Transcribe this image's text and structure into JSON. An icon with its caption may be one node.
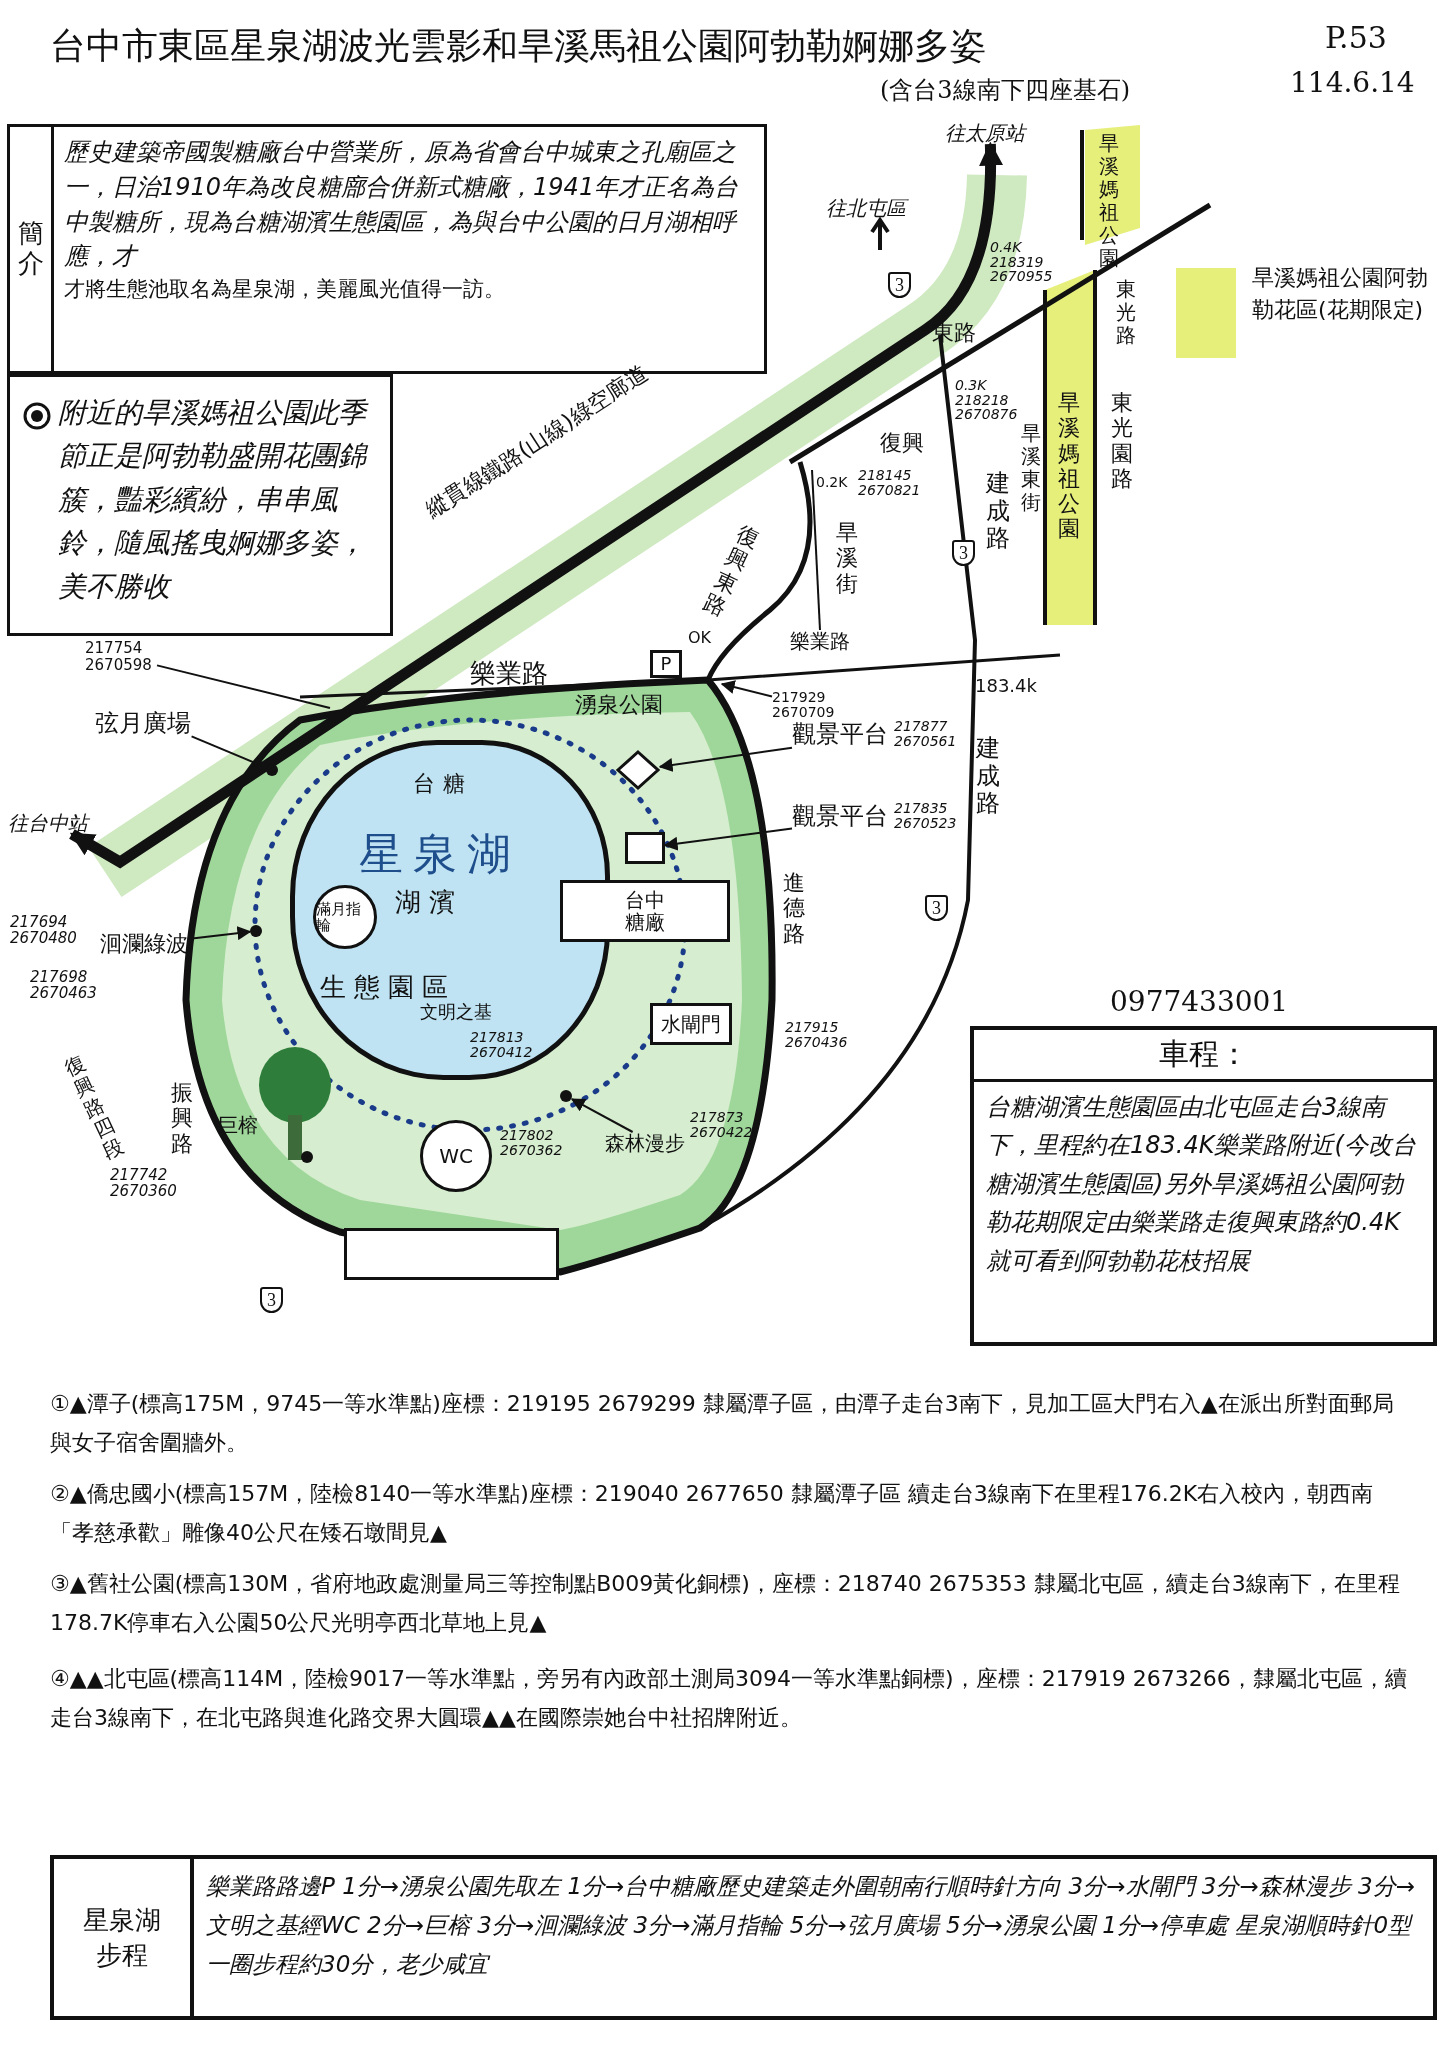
{
  "diagram": {
    "title": "台中市東區星泉湖波光雲影和旱溪馬祖公園阿勃勒婀娜多姿",
    "nodes": [
      {
        "text": [
          "簡介",
          "歷史建築帝國製糖廠台中營業所，原為省會台中城東之孔廟區之一，日治1910年為改良糖廍合併新式糖廠，1941年才正名為台中製糖所，現為台糖湖濱生態園區，為與台中公園的日月湖相呼應，才",
          "才將生態池取名為星泉湖，美麗風光值得一訪。"
        ]
      },
      {
        "text": [
          "附近的旱溪媽祖公園此季節正是阿勃勒盛開花團錦簇，豔彩繽紛，串串風鈴，隨風搖曳婀娜多姿，美不勝收"
        ]
      },
      {
        "text": [
          "P"
        ]
      },
      {
        "text": [
          "台糖",
          "星泉湖",
          "湖濱",
          "生態園區"
        ]
      },
      {
        "text": [
          "滿月指輪"
        ],
        "in": 3
      },
      {
        "text": [
          "台中",
          "糖廠"
        ]
      },
      {
        "text": [
          "水閘門"
        ]
      },
      {
        "text": [
          "WC"
        ]
      },
      {
        "text": [],
        "shape": "box"
      },
      {
        "text": [
          "弦月廣場"
        ]
      },
      {
        "text": [
          "洄瀾綠波"
        ]
      },
      {
        "text": [
          "觀景平台",
          "217877 2670561"
        ]
      },
      {
        "text": [
          "觀景平台",
          "217835 2670523"
        ]
      },
      {
        "text": [
          "森林漫步"
        ]
      },
      {
        "text": [
          "217754 2670598"
        ]
      },
      {
        "text": [
          "217929 2670709"
        ]
      },
      {
        "text": [
          "車程：",
          "台糖湖濱生態園區由北屯區走台3線南下，里程約在183.4K樂業路附近(今改台糖湖濱生態園區)另外旱溪媽祖公園阿勃勒花期限定由樂業路走復興東路約0.4K就可看到阿勃勒花枝招展"
        ]
      },
      {
        "text": [
          "星泉湖步程",
          "樂業路路邊P 1分→湧泉公園先取左 1分→台中糖廠歷史建築走外圍朝南行順時針方向 3分→水閘門 3分→森林漫步 3分→文明之基經WC 2分→巨榕 3分→洄瀾綠波 3分→滿月指輪 5分→弦月廣場 5分→湧泉公園 1分→停車處 星泉湖順時針0型一圈步程約30分，老少咸宜"
        ]
      },
      {
        "text": [],
        "shape": "circle"
      },
      {
        "text": [],
        "shape": "circle"
      },
      {
        "text": [],
        "shape": "diamond"
      },
      {
        "text": [],
        "shape": "box"
      },
      {
        "text": [],
        "shape": "circle"
      },
      {
        "text": [
          "往台中站"
        ]
      },
      {
        "text": [
          "往太原站"
        ]
      }
    ],
    "edges": [
      {
        "from": 9,
        "to": 18,
        "arrow": "to"
      },
      {
        "from": 10,
        "to": 19,
        "arrow": "to"
      },
      {
        "from": 11,
        "to": 20,
        "arrow": "to"
      },
      {
        "from": 12,
        "to": 21,
        "arrow": "to"
      },
      {
        "from": 13,
        "to": 22,
        "arrow": "to"
      },
      {
        "from": 14,
        "to": null,
        "arrow": "none"
      },
      {
        "from": 15,
        "to": null,
        "arrow": "to"
      },
      {
        "from": 23,
        "to": 24,
        "arrow": "both",
        "style": "thick"
      }
    ],
    "labels": [
      "P.53",
      "114.6.14",
      "(含台3線南下四座基石)",
      "往北屯區",
      "3",
      "旱溪媽祖公園",
      "東光路",
      "東路",
      "0.4K 218319 2670955",
      "0.3K 218218 2670876",
      "復興",
      "0.2K",
      "218145 2670821",
      "旱溪街",
      "建成路",
      "3",
      "旱溪東街",
      "旱溪媽祖公園",
      "東光園路",
      "縱貫線鐵路(山線)綠空廊道",
      "復興東路",
      "樂業路",
      "OK",
      "樂業路",
      "183.4k",
      "建成路",
      "3",
      "湧泉公園",
      "進德路",
      "217694 2670480",
      "文明之基",
      "217698 2670463",
      "217813 2670412",
      "217915 2670436",
      "復興路四段",
      "振興路",
      "巨榕",
      "217742 2670360",
      "217802 2670362",
      "217873 2670422",
      "3",
      "0977433001",
      "①▲潭子(標高175M，9745一等水準點)座標：219195 2679299 隸屬潭子區，由潭子走台3南下，見加工區大門右入▲在派出所對面郵局與女子宿舍圍牆外。",
      "②▲僑忠國小(標高157M，陸檢8140一等水準點)座標：219040 2677650 隸屬潭子區 續走台3線南下在里程176.2K右入校內，朝西南「孝慈承歡」雕像40公尺在矮石墩間見▲",
      "③▲舊社公園(標高130M，省府地政處測量局三等控制點B009黃化銅標)，座標：218740 2675353 隸屬北屯區，續走台3線南下，在里程178.7K停車右入公園50公尺光明亭西北草地上見▲",
      "④▲▲北屯區(標高114M，陸檢9017一等水準點，旁另有內政部土測局3094一等水準點銅標)，座標：217919 2673266，隸屬北屯區，續走台3線南下，在北屯路與進化路交界大圓環▲▲在國際崇她台中社招牌附近。"
    ],
    "legend": [
      {
        "text": "旱溪媽祖公園阿勃勒花區(花期限定)",
        "color": "#e6ef7a"
      }
    ]
  }
}
